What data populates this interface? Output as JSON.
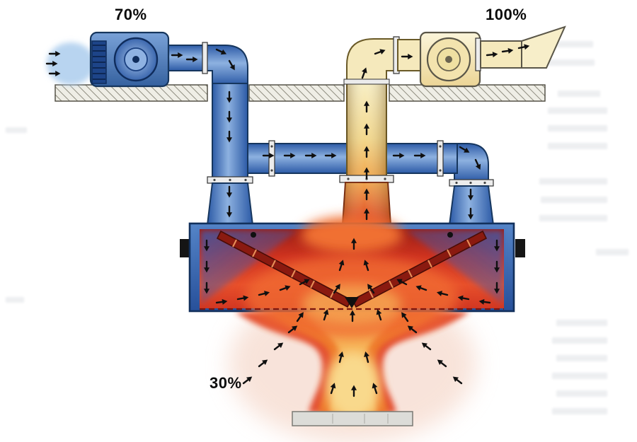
{
  "diagram": {
    "labels": {
      "supply_percent": "70%",
      "exhaust_percent": "100%",
      "makeup_percent": "30%"
    },
    "colors": {
      "supply_duct_blue": "#4a7dc0",
      "supply_duct_dark": "#1e4c96",
      "exhaust_duct_cream": "#f5e9bc",
      "exhaust_hot_orange": "#ef7e2e",
      "hood_heat_red": "#d93a22",
      "flame_core_yellow": "#f6c96a",
      "arrow_black": "#101010",
      "ceiling_hatch_gray": "#8f8d80",
      "stove_base_gray": "#dcdcd8"
    }
  }
}
